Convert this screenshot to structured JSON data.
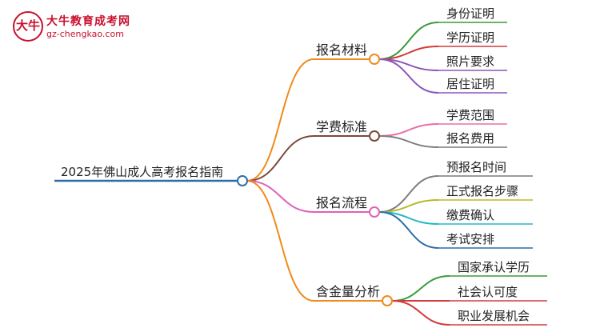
{
  "logo": {
    "mark": "大牛",
    "title": "大牛教育成考网",
    "url": "gz-chengkao.com"
  },
  "root": {
    "label": "2025年佛山成人高考报名指南",
    "color": "#2a6fa8"
  },
  "branches": [
    {
      "label": "报名材料",
      "color": "#f08a1c",
      "children": [
        {
          "label": "身份证明",
          "color": "#3a9a3a"
        },
        {
          "label": "学历证明",
          "color": "#d23b3b"
        },
        {
          "label": "照片要求",
          "color": "#8a55b8"
        },
        {
          "label": "居住证明",
          "color": "#8a55b8"
        }
      ]
    },
    {
      "label": "学费标准",
      "color": "#7a4a3a",
      "children": [
        {
          "label": "学费范围",
          "color": "#ec6ea4"
        },
        {
          "label": "报名费用",
          "color": "#7d7d7d"
        }
      ]
    },
    {
      "label": "报名流程",
      "color": "#e062b8",
      "children": [
        {
          "label": "预报名时间",
          "color": "#7d7d7d"
        },
        {
          "label": "正式报名步骤",
          "color": "#b8b82a"
        },
        {
          "label": "缴费确认",
          "color": "#22b8c8"
        },
        {
          "label": "考试安排",
          "color": "#2a6fa8"
        }
      ]
    },
    {
      "label": "含金量分析",
      "color": "#f08a1c",
      "children": [
        {
          "label": "国家承认学历",
          "color": "#3a9a3a"
        },
        {
          "label": "社会认可度",
          "color": "#d23b3b"
        },
        {
          "label": "职业发展机会",
          "color": "#d23b3b"
        }
      ]
    }
  ]
}
